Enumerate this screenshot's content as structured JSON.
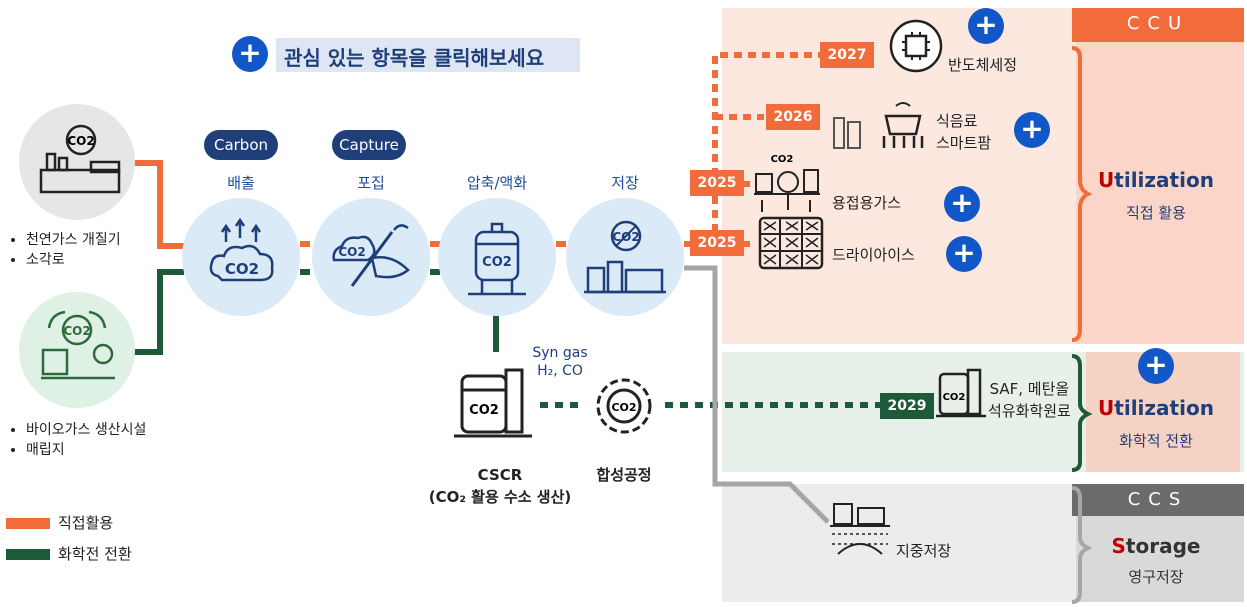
{
  "header": {
    "prompt": "관심 있는 항목을 클릭해보세요"
  },
  "sources": {
    "fossil_items": [
      "천연가스 개질기",
      "소각로"
    ],
    "bio_items": [
      "바이오가스 생산시설",
      "매립지"
    ]
  },
  "steps": [
    {
      "tag": "Carbon",
      "label": "배출"
    },
    {
      "tag": "Capture",
      "label": "포집"
    },
    {
      "tag": "",
      "label": "압축/액화"
    },
    {
      "tag": "",
      "label": "저장"
    }
  ],
  "icon_texts": {
    "co2": "CO2",
    "co2_sub": "CO₂"
  },
  "ccu": {
    "header": "CCU",
    "years": {
      "semiconductor": "2027",
      "food": "2026",
      "welding": "2025",
      "dryice": "2025",
      "chemical": "2029"
    },
    "items": {
      "semiconductor": "반도체세정",
      "food_line1": "식음료",
      "food_line2": "스마트팜",
      "welding": "용접용가스",
      "dryice": "드라이아이스",
      "saf_line1": "SAF, 메탄올",
      "saf_line2": "석유화학원료"
    },
    "direct": {
      "title_initial": "U",
      "title_rest": "tilization",
      "subtitle": "직접 활용"
    },
    "chemical": {
      "title_initial": "U",
      "title_rest": "tilization",
      "subtitle": "화학적 전환"
    }
  },
  "ccs": {
    "header": "CCS",
    "item": "지중저장",
    "title_initial": "S",
    "title_rest": "torage",
    "subtitle": "영구저장"
  },
  "syngas": {
    "line1": "Syn gas",
    "line2": "H₂, CO"
  },
  "cscr": {
    "title": "CSCR",
    "subtitle": "(CO₂ 활용 수소 생산)"
  },
  "synthesis": {
    "label": "합성공정"
  },
  "legend": [
    {
      "label": "직접활용",
      "color": "#f26b3a"
    },
    {
      "label": "화학전 전환",
      "color": "#1d5a3a"
    }
  ],
  "colors": {
    "orange": "#f26b3a",
    "green": "#1d5a3a",
    "navy": "#1f3f7a",
    "blue": "#1257c7",
    "gray": "#a6a6a6"
  }
}
